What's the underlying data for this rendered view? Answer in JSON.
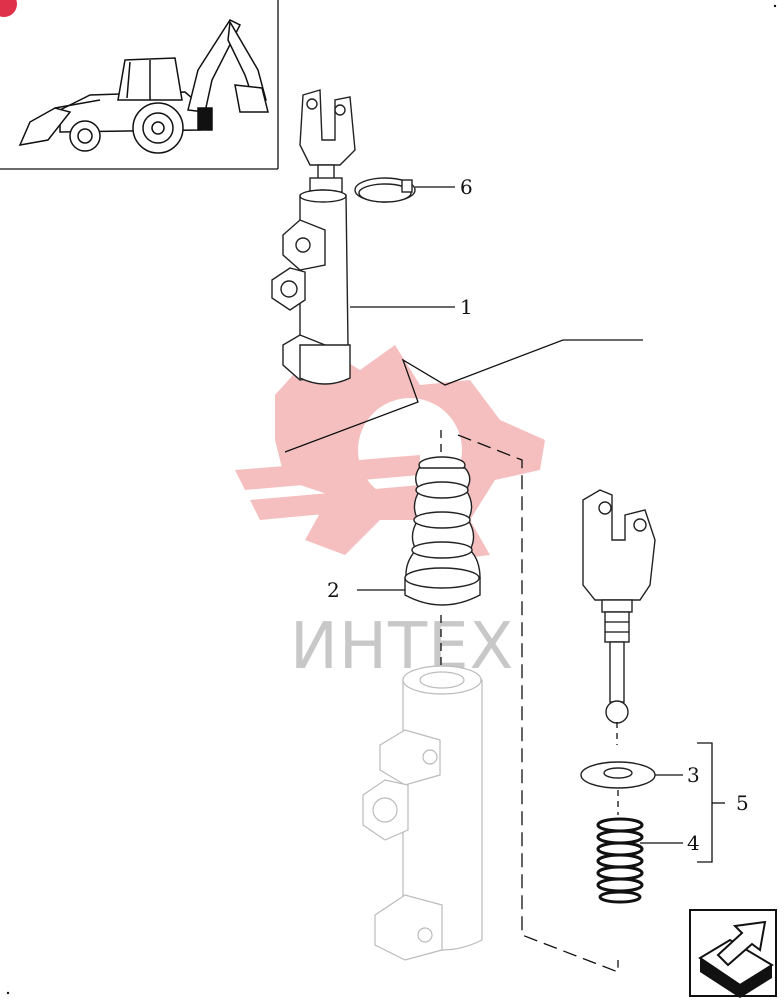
{
  "watermark": {
    "text": "ИНТЕХ",
    "color": "#f4b4b4"
  },
  "callouts": [
    {
      "id": "6",
      "label": "6"
    },
    {
      "id": "1",
      "label": "1"
    },
    {
      "id": "2",
      "label": "2"
    },
    {
      "id": "3",
      "label": "3"
    },
    {
      "id": "4",
      "label": "4"
    },
    {
      "id": "5",
      "label": "5"
    }
  ],
  "icons": {
    "thumbnail": "backhoe-loader-icon",
    "corner_badge": "corner-badge-icon",
    "navigation": "next-page-arrow-icon"
  },
  "colors": {
    "line": "#111111",
    "badge": "#e0314b",
    "watermark_logo": "#f4b4b4",
    "watermark_text": "#c8c8c8"
  }
}
